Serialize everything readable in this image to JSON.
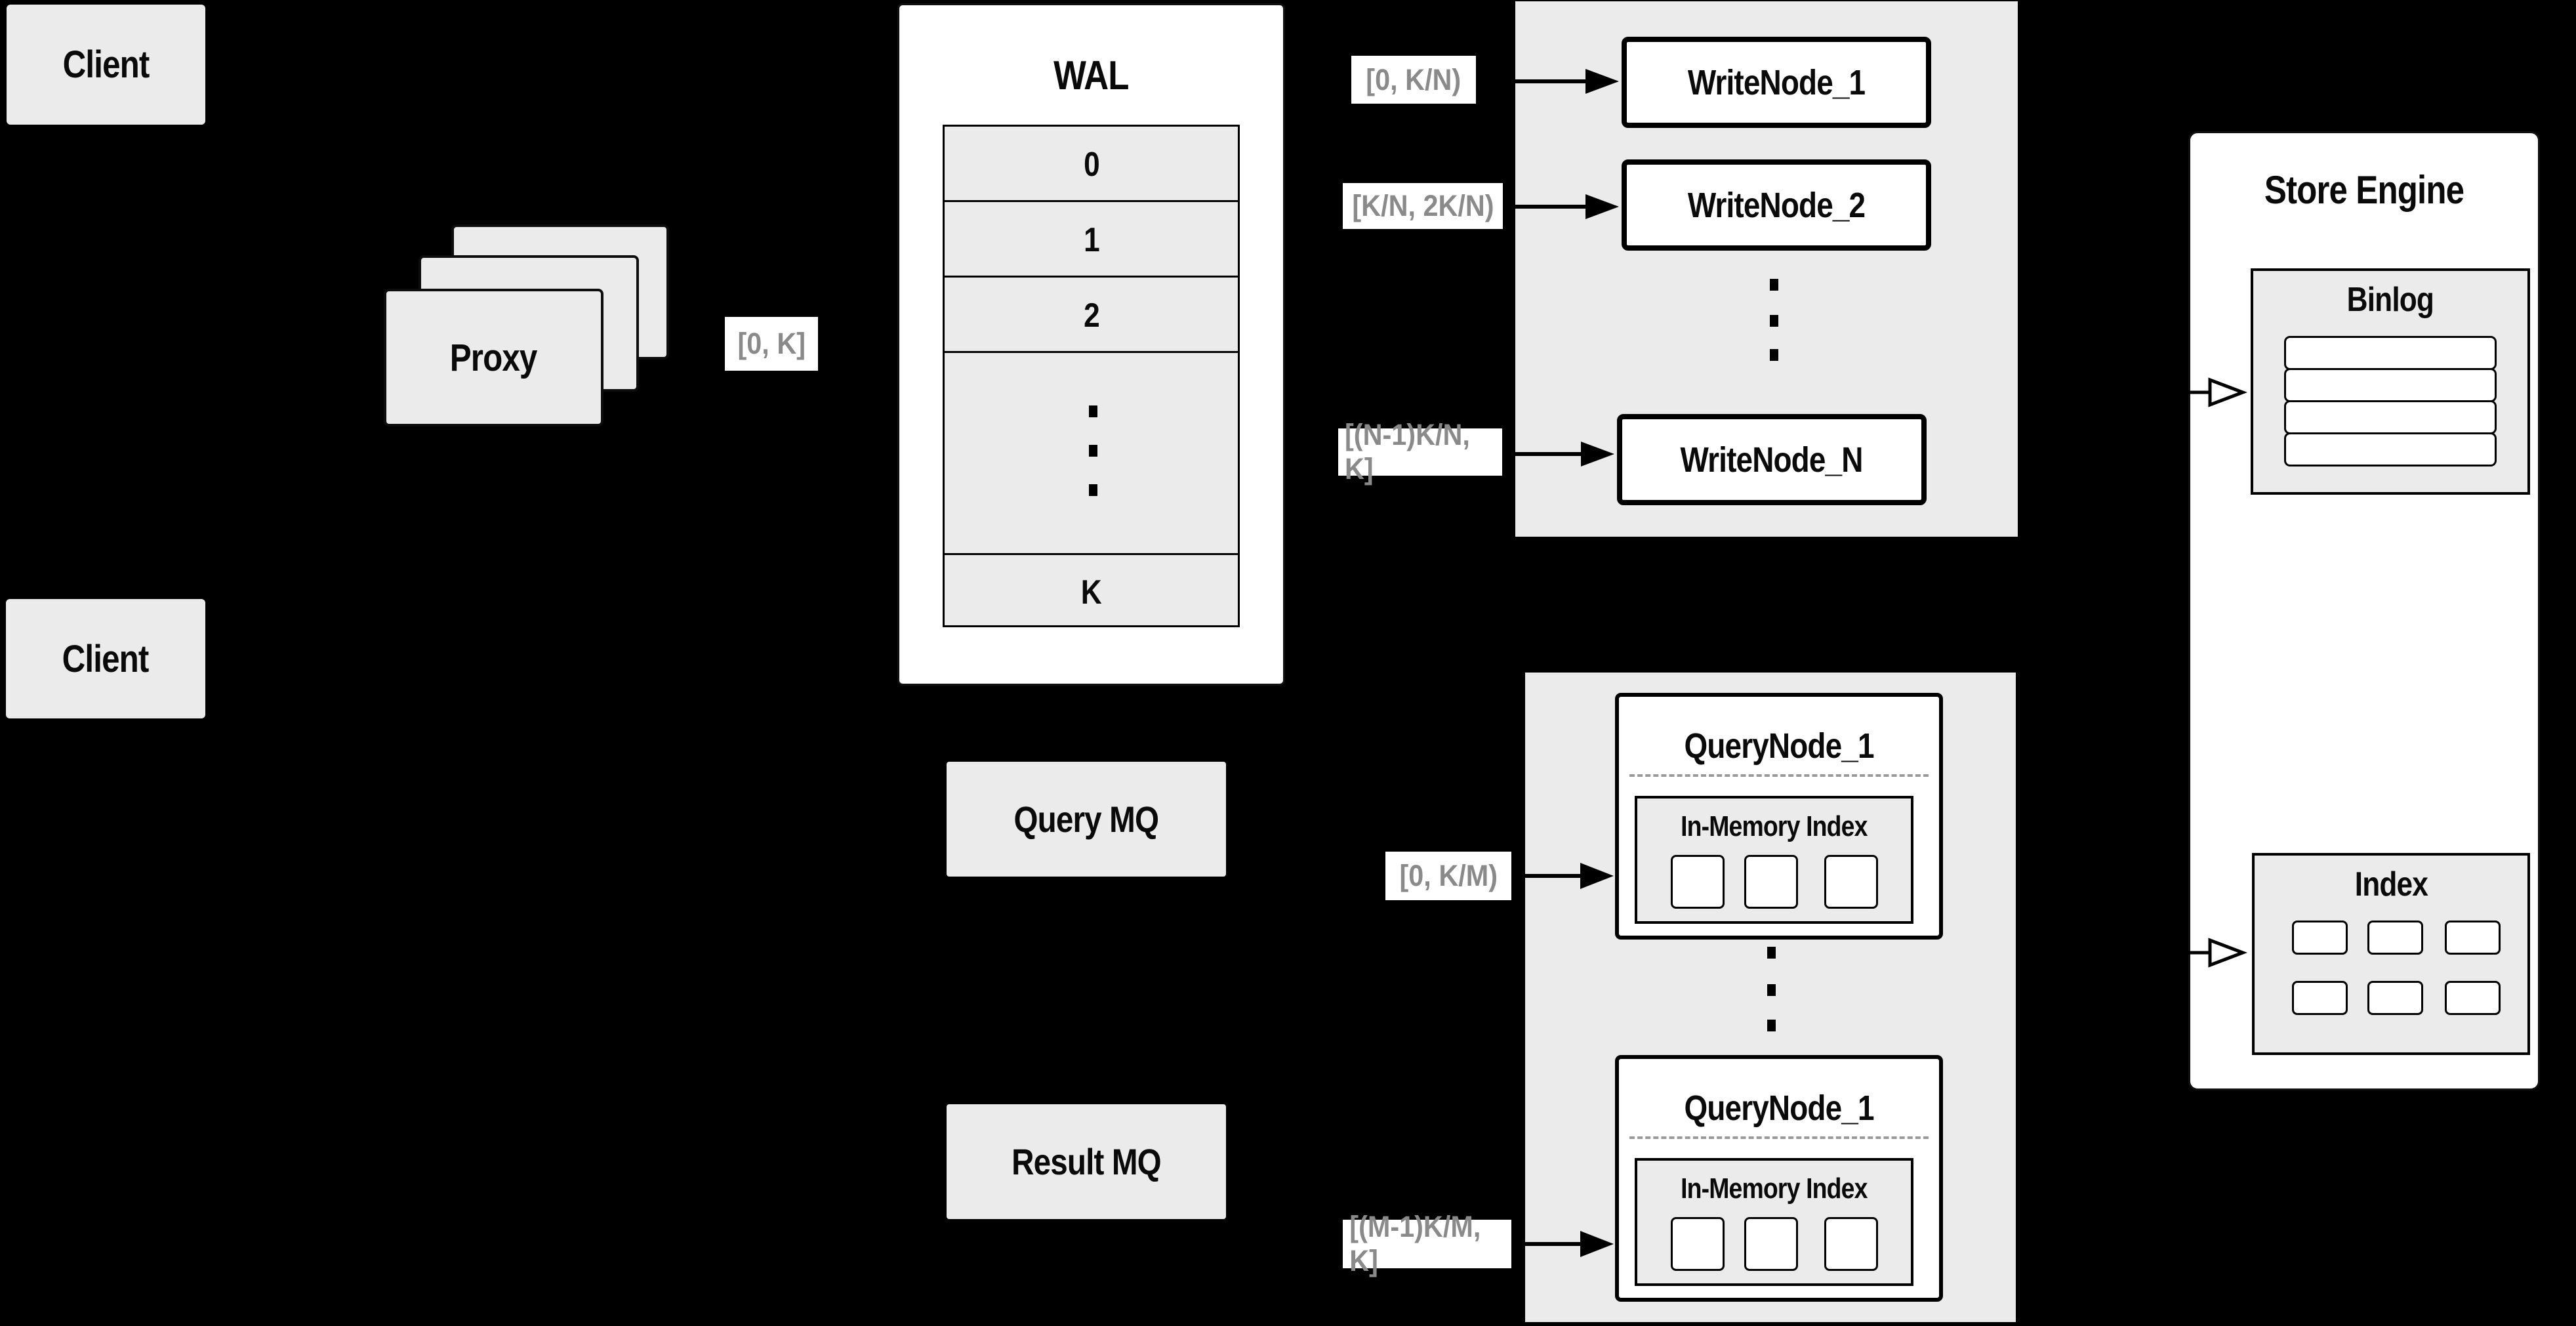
{
  "clients": {
    "top_label": "Client",
    "bottom_label": "Client"
  },
  "proxy": {
    "label": "Proxy"
  },
  "range_labels": {
    "proxy_to_wal": "[0, K]",
    "write": [
      "[0, K/N)",
      "[K/N, 2K/N)",
      "[(N-1)K/N, K]"
    ],
    "query": [
      "[0, K/M)",
      "[(M-1)K/M, K]"
    ]
  },
  "wal": {
    "title": "WAL",
    "segments": [
      "0",
      "1",
      "2"
    ],
    "last_segment": "K"
  },
  "write_nodes": {
    "node1": "WriteNode_1",
    "node2": "WriteNode_2",
    "nodeN": "WriteNode_N"
  },
  "mq": {
    "query_label": "Query MQ",
    "result_label": "Result MQ"
  },
  "query_nodes": {
    "node1_title": "QueryNode_1",
    "node2_title": "QueryNode_1",
    "in_memory_index_label": "In-Memory Index"
  },
  "store_engine": {
    "title": "Store Engine",
    "binlog_label": "Binlog",
    "index_label": "Index"
  },
  "colors": {
    "background": "#000000",
    "panel_gray": "#ebebeb",
    "box_white": "#ffffff",
    "line_black": "#000000",
    "range_text_gray": "#8a8a8a",
    "dash_gray": "#9a9a9a"
  }
}
